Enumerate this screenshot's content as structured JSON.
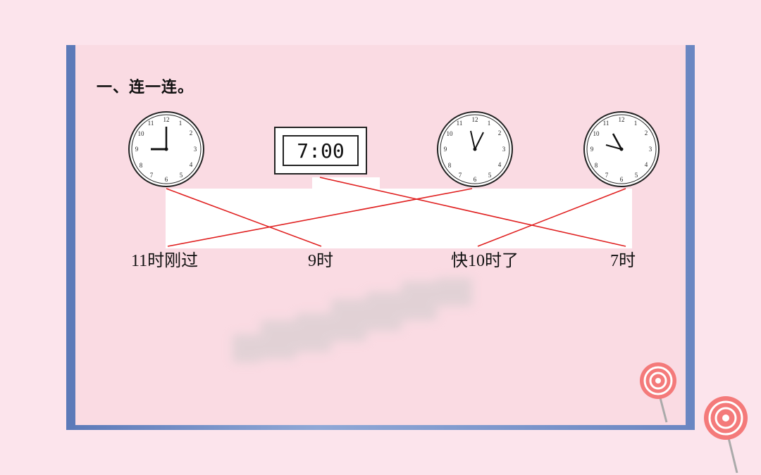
{
  "exercise": {
    "title": "一、连一连。",
    "digital_time": "7:00",
    "labels": [
      "11时刚过",
      "9时",
      "快10时了",
      "7时"
    ]
  },
  "colors": {
    "background": "#fce4ec",
    "panel": "#fadbe3",
    "frame": "#6a86c2",
    "match_line": "#e02020"
  },
  "icons": [
    "analog-clock-icon",
    "digital-clock-icon",
    "lollipop-icon"
  ]
}
